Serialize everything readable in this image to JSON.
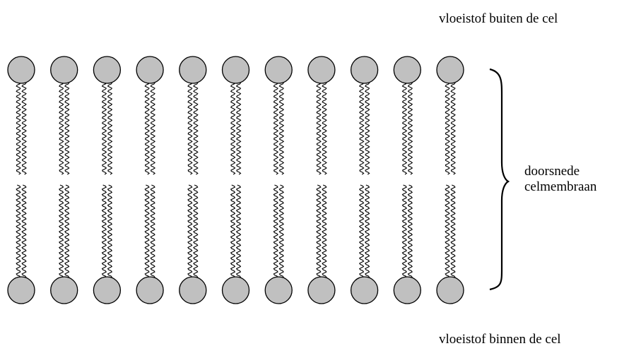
{
  "labels": {
    "outside_fluid": "vloeistof buiten de cel",
    "inside_fluid": "vloeistof binnen de cel",
    "cross_section_line1": "doorsnede",
    "cross_section_line2": "celmembraan"
  },
  "bilayer": {
    "phospholipids_per_layer": 11,
    "layers": [
      "outer",
      "inner"
    ]
  },
  "colors": {
    "head_fill": "#c0c0c0",
    "stroke": "#000000"
  }
}
